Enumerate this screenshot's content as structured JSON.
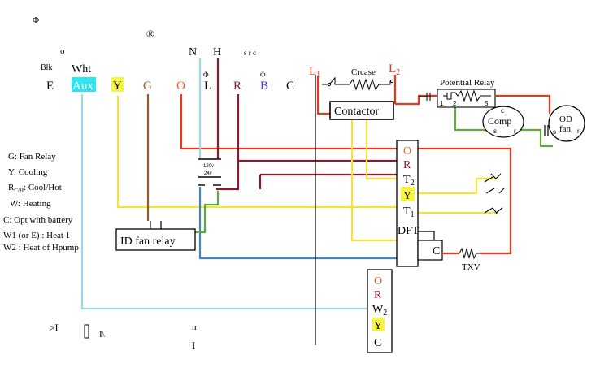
{
  "colors": {
    "red": "#e8371f",
    "dark_red": "#8b1a2e",
    "yellow": "#f5e23a",
    "brown": "#9a5a2a",
    "cyan": "#9ad8e8",
    "blue": "#3f86c4",
    "green": "#5faa3c",
    "black": "#000000",
    "orange_text": "#f26522",
    "blue_text": "#3b3bd8",
    "aux_highlight": "#2ee6f0",
    "y_highlight": "#f7f542"
  },
  "top_symbols": {
    "phi1": "Φ",
    "o_mark": "o",
    "registered": "®",
    "src": "s r c",
    "phi2": "Φ",
    "phi3": "Φ"
  },
  "terminal_header": {
    "blk": "Blk",
    "wht": "Wht",
    "n": "N",
    "h": "H",
    "l1": "L",
    "l1_sub": "1",
    "l2": "L",
    "l2_sub": "2",
    "crcase": "Crcase"
  },
  "terminals": [
    {
      "label": "E",
      "color": "#000000"
    },
    {
      "label": "Aux",
      "color": "#ffffff"
    },
    {
      "label": "Y",
      "color": "#000000"
    },
    {
      "label": "G",
      "color": "#9a5a2a"
    },
    {
      "label": "O",
      "color": "#f26522"
    },
    {
      "label": "L",
      "color": "#000000"
    },
    {
      "label": "R",
      "color": "#8b1a2e"
    },
    {
      "label": "B",
      "color": "#3b3bd8"
    },
    {
      "label": "C",
      "color": "#000000"
    }
  ],
  "legend": [
    "G: Fan Relay",
    "Y: Cooling",
    "R",
    "C/H",
    ": Cool/Hot",
    "W: Heating",
    "C: Opt with battery",
    "W1 (or E) : Heat 1",
    "W2 : Heat of Hpump"
  ],
  "boxes": {
    "contactor": "Contactor",
    "potential_relay": "Potential Relay",
    "comp": "Comp",
    "comp_c": "c",
    "comp_s": "s",
    "comp_r": "r",
    "od_fan_top": "OD",
    "od_fan_bottom": "fan",
    "od_s": "s",
    "od_r": "r",
    "id_fan_relay": "ID fan relay",
    "transformer_top": "120v",
    "transformer_bottom": "24v",
    "txv": "TXV",
    "c_terminal": "C",
    "pr_1": "1",
    "pr_2": "2",
    "pr_5": "5"
  },
  "dft_board": {
    "o": "O",
    "r": "R",
    "t": "T",
    "t2_sub": "2",
    "y": "Y",
    "t1": "T",
    "t1_sub": "1",
    "dft": "DFT"
  },
  "bottom_board": {
    "o": "O",
    "r": "R",
    "w": "W",
    "w_sub": "2",
    "y": "Y",
    "c": "C"
  },
  "bottom_marks": {
    "m1": ">I",
    "m2": "I\\",
    "m3": "n",
    "m4": "I"
  }
}
